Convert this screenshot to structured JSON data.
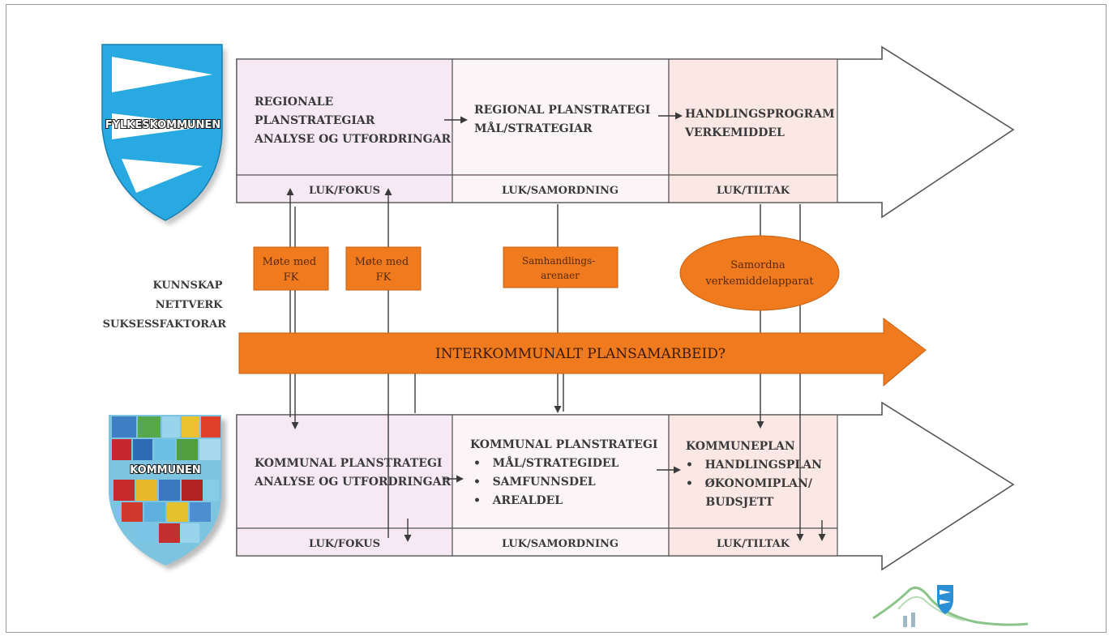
{
  "top": {
    "org_label": "FYLKESKOMMUNEN",
    "boxes": [
      {
        "lines": [
          "REGIONALE",
          "PLANSTRATEGIAR",
          "ANALYSE OG UTFORDRINGAR"
        ],
        "strip": "LUK/FOKUS"
      },
      {
        "lines": [
          "REGIONAL PLANSTRATEGI",
          "MÅL/STRATEGIAR"
        ],
        "strip": "LUK/SAMORDNING"
      },
      {
        "lines": [
          "HANDLINGSPROGRAM",
          "VERKEMIDDEL"
        ],
        "strip": "LUK/TILTAK"
      }
    ]
  },
  "bottom": {
    "org_label": "KOMMUNEN",
    "boxes": [
      {
        "lines": [
          "KOMMUNAL PLANSTRATEGI",
          "ANALYSE OG UTFORDRINGAR"
        ],
        "strip": "LUK/FOKUS"
      },
      {
        "lines": [
          "KOMMUNAL PLANSTRATEGI",
          "•   MÅL/STRATEGIDEL",
          "•   SAMFUNNSDEL",
          "•   AREALDEL"
        ],
        "strip": "LUK/SAMORDNING"
      },
      {
        "lines": [
          "KOMMUNEPLAN",
          "•   HANDLINGSPLAN",
          "•   ØKONOMIPLAN/",
          "     BUDSJETT"
        ],
        "strip": "LUK/TILTAK"
      }
    ]
  },
  "middle": {
    "side_labels": [
      "KUNNSKAP",
      "NETTVERK",
      "SUKSESSFAKTORAR"
    ],
    "meeting_1": [
      "Møte med",
      "FK"
    ],
    "meeting_2": [
      "Møte med",
      "FK"
    ],
    "arenas": [
      "Samhandlings-",
      "arenaer"
    ],
    "coordinate": [
      "Samordna",
      "verkemiddelapparat"
    ],
    "band_label": "INTERKOMMUNALT PLANSAMARBEID?"
  },
  "colors": {
    "orange": "#f07a1e",
    "box_pink": "#f6eaf3",
    "box_white": "#fbf6f8",
    "box_peach": "#fbe9e3",
    "fylke_blue": "#29a9e1"
  }
}
